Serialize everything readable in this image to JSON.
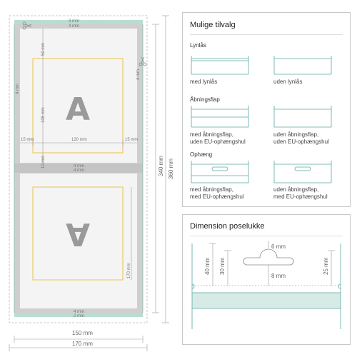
{
  "left": {
    "top_seam": "3 mm",
    "top_margin": "4 mm",
    "dim_50": "50 mm",
    "dim_105": "105 mm",
    "dim_10": "10 mm",
    "dim_15_left": "15 mm",
    "dim_120": "120 mm",
    "dim_15_right": "15 mm",
    "side_left": "4 mm",
    "side_right": "4 mm",
    "fold_top": "4 mm",
    "fold_bottom": "4 mm",
    "dim_170_v": "170 mm",
    "bottom_margin": "4 mm",
    "bottom_seam": "2 mm",
    "dim_340": "340 mm",
    "dim_360": "360 mm",
    "dim_150": "150 mm",
    "dim_170": "170 mm",
    "letter_front": "A",
    "letter_back": "A"
  },
  "options": {
    "title": "Mulige tilvalg",
    "zip_section": "Lynlås",
    "zip_with": "med lynlås",
    "zip_without": "uden lynlås",
    "flap_section": "Åbningsflap",
    "flap_with_1": "med åbningsflap,",
    "flap_with_2": "uden EU-ophængshul",
    "flap_without_1": "uden åbningsflap,",
    "flap_without_2": "uden EU-ophængshul",
    "hang_section": "Ophæng",
    "hang_with_1": "med åbningsflap,",
    "hang_with_2": "med EU-ophængshul",
    "hang_without_1": "uden åbningsflap,",
    "hang_without_2": "med EU-ophængshul"
  },
  "closure": {
    "title": "Dimension poselukke",
    "dim_6": "6 mm",
    "dim_8": "8 mm",
    "dim_40": "40 mm",
    "dim_30": "30 mm",
    "dim_25": "25 mm"
  }
}
